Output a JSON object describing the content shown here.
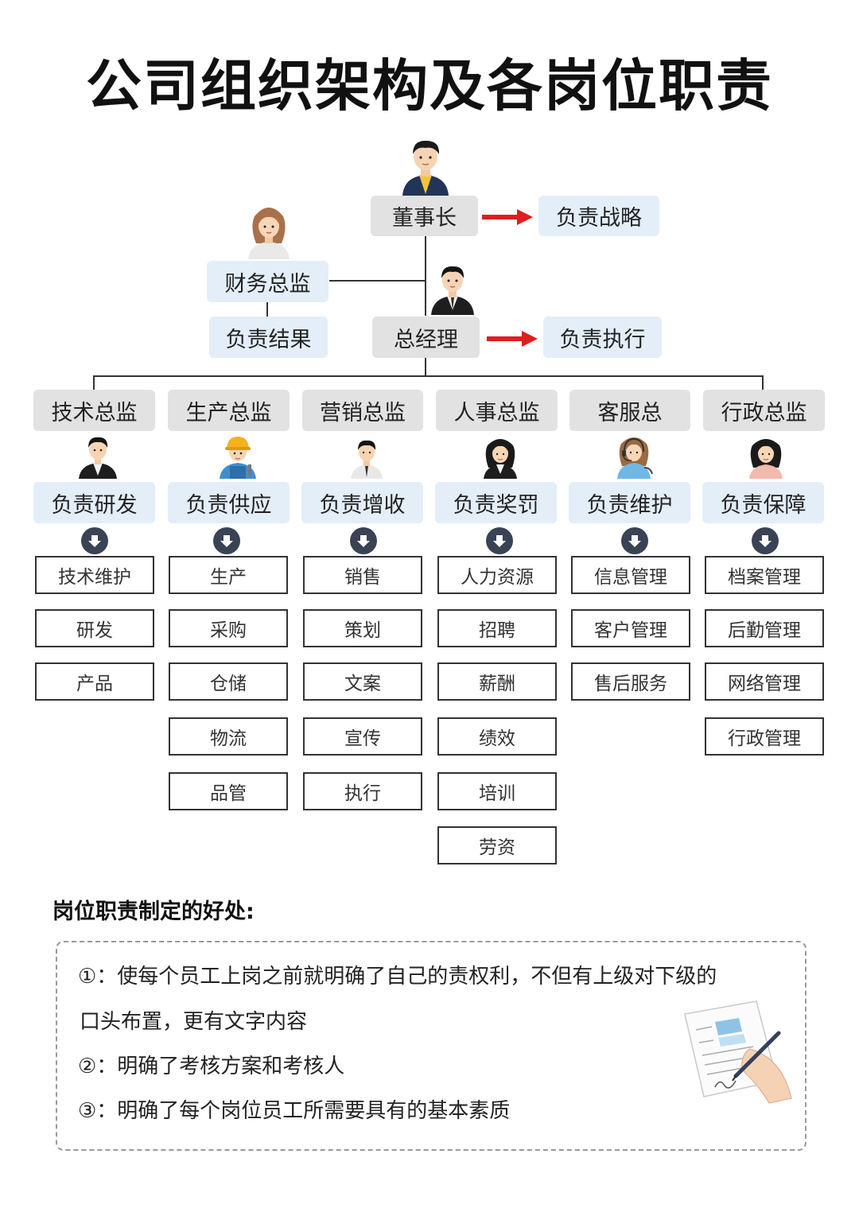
{
  "title": "公司组织架构及各岗位职责",
  "chairman": {
    "label": "董事长",
    "duty": "负责战略"
  },
  "finance": {
    "label": "财务总监",
    "duty": "负责结果"
  },
  "gm": {
    "label": "总经理",
    "duty": "负责执行"
  },
  "departments": [
    {
      "label": "技术总监",
      "duty": "负责研发",
      "items": [
        "技术维护",
        "研发",
        "产品"
      ]
    },
    {
      "label": "生产总监",
      "duty": "负责供应",
      "items": [
        "生产",
        "采购",
        "仓储",
        "物流",
        "品管"
      ]
    },
    {
      "label": "营销总监",
      "duty": "负责增收",
      "items": [
        "销售",
        "策划",
        "文案",
        "宣传",
        "执行"
      ]
    },
    {
      "label": "人事总监",
      "duty": "负责奖罚",
      "items": [
        "人力资源",
        "招聘",
        "薪酬",
        "绩效",
        "培训",
        "劳资"
      ]
    },
    {
      "label": "客服总",
      "duty": "负责维护",
      "items": [
        "信息管理",
        "客户管理",
        "售后服务"
      ]
    },
    {
      "label": "行政总监",
      "duty": "负责保障",
      "items": [
        "档案管理",
        "后勤管理",
        "网络管理",
        "行政管理"
      ]
    }
  ],
  "benefits": {
    "title": "岗位职责制定的好处:",
    "lines": [
      "①：使每个员工上岗之前就明确了自己的责权利，不但有上级对下级的",
      "口头布置，更有文字内容",
      "②：明确了考核方案和考核人",
      "③：明确了每个岗位员工所需要具有的基本素质"
    ]
  },
  "colors": {
    "duty_bg": "#e3eef9",
    "role_bg": "#e2e2e2",
    "arrow": "#e11d1d",
    "down_icon": "#3a4355"
  }
}
